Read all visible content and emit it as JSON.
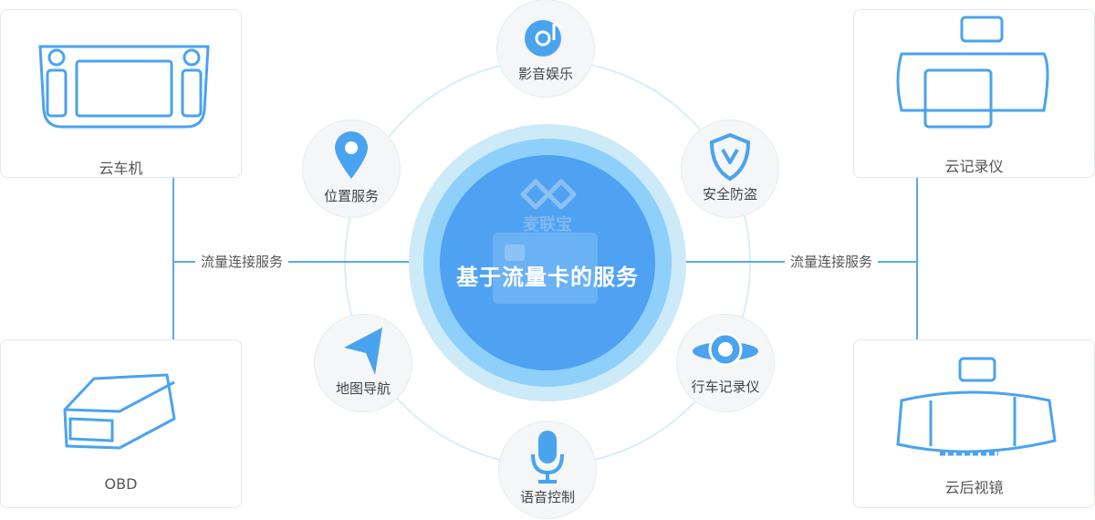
{
  "center": {
    "title": "基于流量卡的服务",
    "brand": "麦联宝"
  },
  "links": {
    "left": "流量连接服务",
    "right": "流量连接服务"
  },
  "devices": {
    "cloud_car": "云车机",
    "obd": "OBD",
    "cloud_recorder": "云记录仪",
    "cloud_mirror": "云后视镜"
  },
  "services": {
    "entertainment": "影音娱乐",
    "security": "安全防盗",
    "dashcam": "行车记录仪",
    "voice": "语音控制",
    "navigation": "地图导航",
    "location": "位置服务"
  },
  "colors": {
    "accent": "#4aa3ef",
    "line": "#5aa9ec",
    "ring": "#cdeaf8"
  }
}
